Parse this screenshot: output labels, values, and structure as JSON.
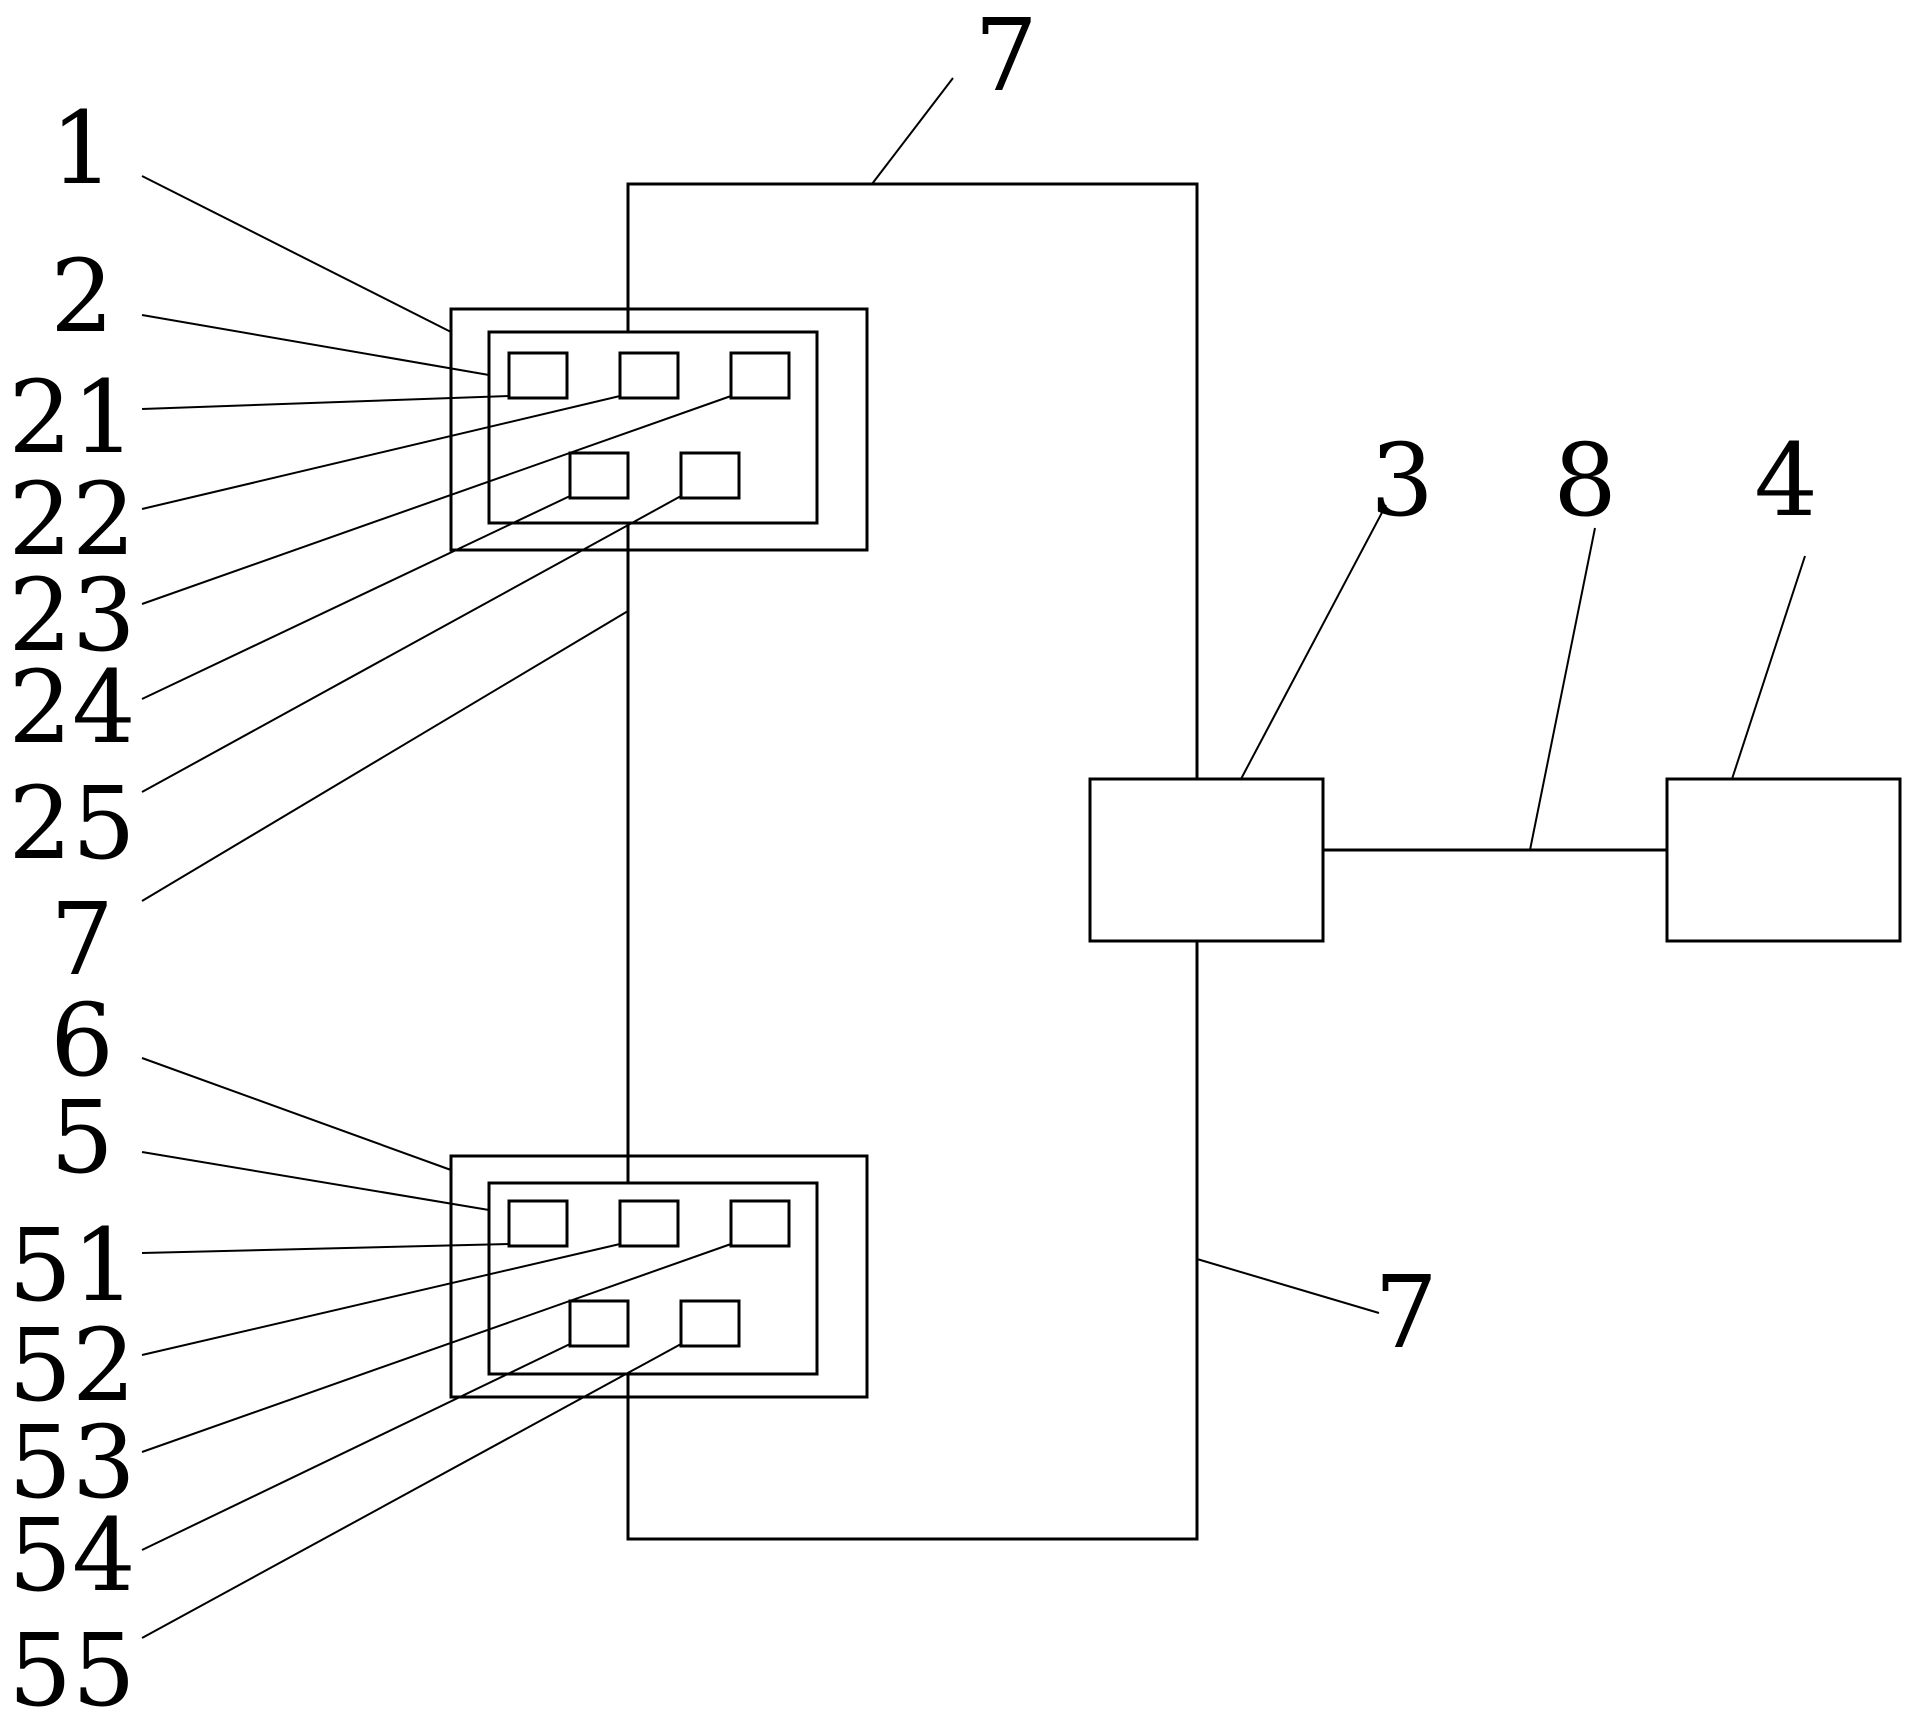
{
  "diagram": {
    "labels": {
      "top_7": "7",
      "l1": "1",
      "l2": "2",
      "l21": "21",
      "l22": "22",
      "l23": "23",
      "l24": "24",
      "l25": "25",
      "left_7": "7",
      "l6": "6",
      "l5": "5",
      "l51": "51",
      "l52": "52",
      "l53": "53",
      "l54": "54",
      "l55": "55",
      "l3": "3",
      "l8": "8",
      "l4": "4",
      "bottom_7": "7"
    }
  },
  "colors": {
    "line": "#000000",
    "background": "#ffffff"
  }
}
